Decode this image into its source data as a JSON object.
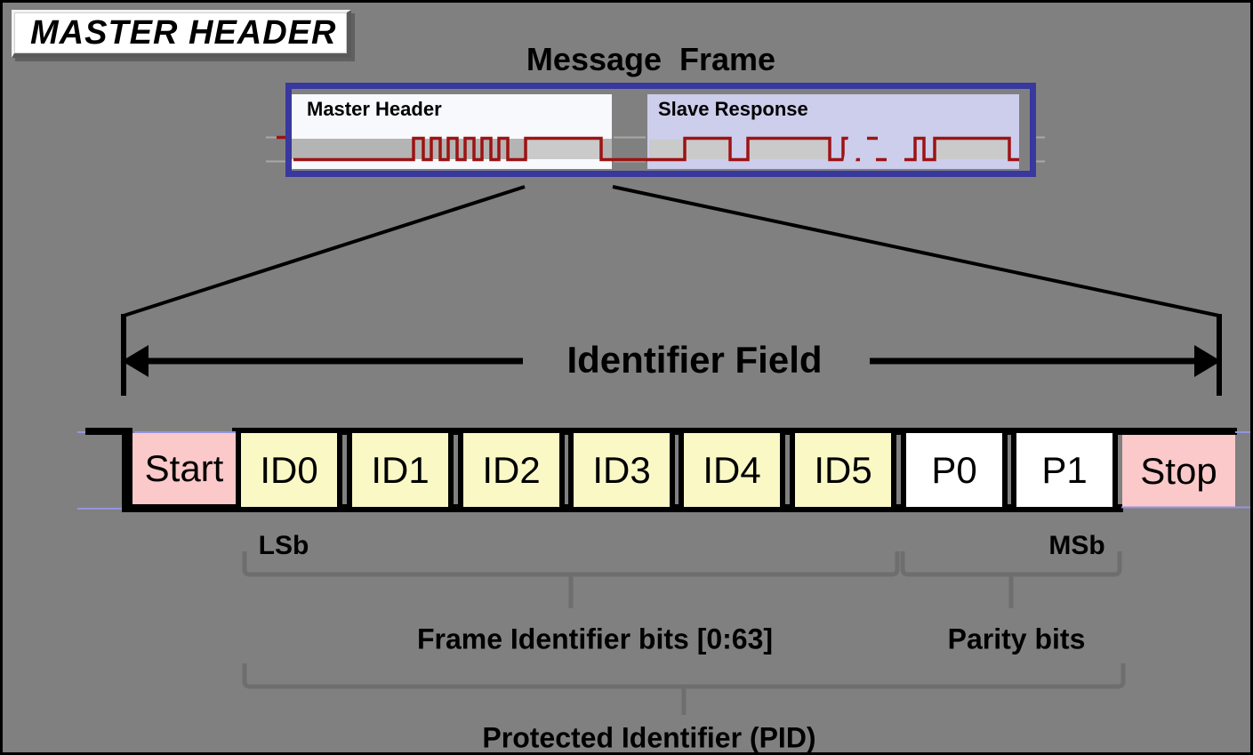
{
  "slide": {
    "title": "MASTER HEADER"
  },
  "message_frame": {
    "title": "Message Frame",
    "master_section_label": "Master Header",
    "slave_section_label": "Slave Response"
  },
  "identifier_field": {
    "label": "Identifier Field"
  },
  "bit_row": {
    "cells": [
      {
        "label": "Start",
        "type": "start"
      },
      {
        "label": "ID0",
        "type": "id"
      },
      {
        "label": "ID1",
        "type": "id"
      },
      {
        "label": "ID2",
        "type": "id"
      },
      {
        "label": "ID3",
        "type": "id"
      },
      {
        "label": "ID4",
        "type": "id"
      },
      {
        "label": "ID5",
        "type": "id"
      },
      {
        "label": "P0",
        "type": "parity"
      },
      {
        "label": "P1",
        "type": "parity"
      },
      {
        "label": "Stop",
        "type": "stop"
      }
    ],
    "lsb_label": "LSb",
    "msb_label": "MSb"
  },
  "annotations": {
    "frame_identifier": "Frame Identifier bits [0:63]",
    "parity": "Parity bits",
    "pid": "Protected Identifier (PID)"
  },
  "colors": {
    "background": "#808080",
    "ink_black": "#000000",
    "waveform_red": "#9D1313",
    "frame_border_blue": "#38389E",
    "master_section_bg": "#F8F9FC",
    "slave_section_bg": "#CDCDEC",
    "signal_band_gray": "#B4B4B4",
    "signal_band_light": "#CACACA",
    "bus_line_gray": "#A8A8A8",
    "bit_grid_lavender": "#9494E0",
    "start_stop_pink": "#FBC9C9",
    "id_yellow": "#FAF9C6",
    "parity_white": "#FFFFFF",
    "brace_gray": "#6E6E6E"
  }
}
